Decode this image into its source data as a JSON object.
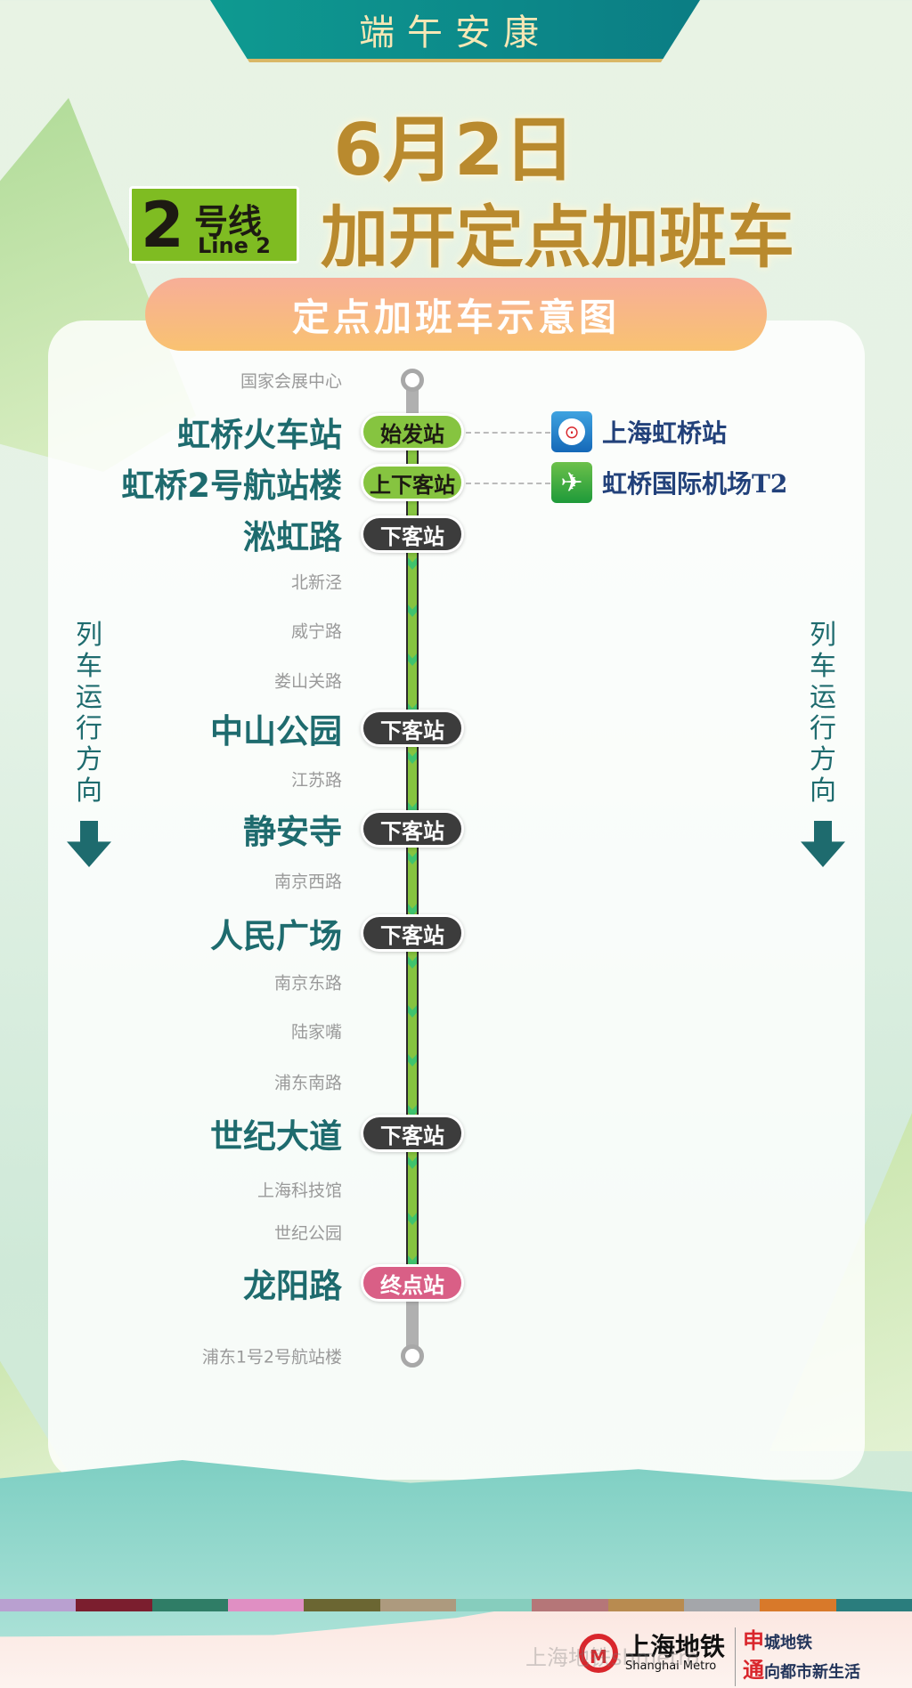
{
  "banner": "端午安康",
  "date": "6月2日",
  "line": {
    "number": "2",
    "cn": "号线",
    "en": "Line 2",
    "color": "#7fbc22"
  },
  "headline": "加开定点加班车",
  "subtitle": "定点加班车示意图",
  "direction": "列车运行方向",
  "stations": [
    {
      "name": "国家会展中心",
      "type": "minor",
      "end": true
    },
    {
      "name": "虹桥火车站",
      "type": "major",
      "badge": "始发站",
      "badge_style": "green",
      "transfer": {
        "icon": "railway-icon",
        "text": "上海虹桥站"
      }
    },
    {
      "name": "虹桥2号航站楼",
      "type": "major",
      "badge": "上下客站",
      "badge_style": "green",
      "transfer": {
        "icon": "airport-icon",
        "text": "虹桥国际机场T2"
      }
    },
    {
      "name": "淞虹路",
      "type": "major",
      "badge": "下客站",
      "badge_style": "dark"
    },
    {
      "name": "北新泾",
      "type": "minor"
    },
    {
      "name": "威宁路",
      "type": "minor"
    },
    {
      "name": "娄山关路",
      "type": "minor"
    },
    {
      "name": "中山公园",
      "type": "major",
      "badge": "下客站",
      "badge_style": "dark"
    },
    {
      "name": "江苏路",
      "type": "minor"
    },
    {
      "name": "静安寺",
      "type": "major",
      "badge": "下客站",
      "badge_style": "dark"
    },
    {
      "name": "南京西路",
      "type": "minor"
    },
    {
      "name": "人民广场",
      "type": "major",
      "badge": "下客站",
      "badge_style": "dark"
    },
    {
      "name": "南京东路",
      "type": "minor"
    },
    {
      "name": "陆家嘴",
      "type": "minor"
    },
    {
      "name": "浦东南路",
      "type": "minor"
    },
    {
      "name": "世纪大道",
      "type": "major",
      "badge": "下客站",
      "badge_style": "dark"
    },
    {
      "name": "上海科技馆",
      "type": "minor"
    },
    {
      "name": "世纪公园",
      "type": "minor"
    },
    {
      "name": "龙阳路",
      "type": "major",
      "badge": "终点站",
      "badge_style": "pink"
    },
    {
      "name": "浦东1号2号航站楼",
      "type": "minor",
      "end": true
    }
  ],
  "footer": {
    "logo_cn": "上海地铁",
    "logo_en": "Shanghai Metro",
    "slogan_1_red": "申",
    "slogan_1": "城地铁",
    "slogan_2_red": "通",
    "slogan_2": "向都市新生活",
    "watermark": "上海地铁shmetro"
  },
  "stripe_colors": [
    "#b9a0d0",
    "#7b1e2e",
    "#2f7d66",
    "#e08fc3",
    "#6b6632",
    "#ad9a7e",
    "#86cdbd",
    "#b57678",
    "#b88b50",
    "#a4a6aa",
    "#d8792a",
    "#2a7d7d"
  ]
}
